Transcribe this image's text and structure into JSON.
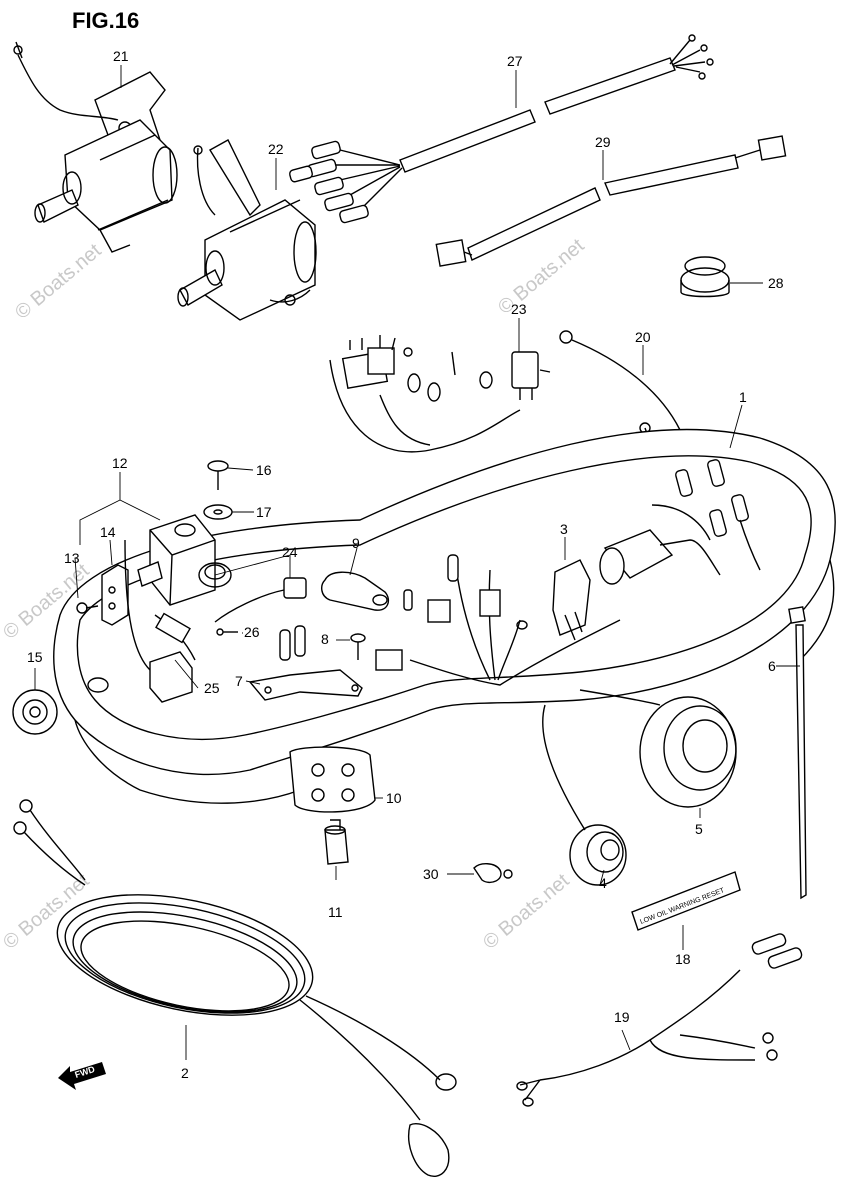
{
  "figure_title": "FIG.16",
  "watermark": "© Boats.net",
  "sticker_text": "LOW OIL WARNING RESET",
  "fwd_label": "FWD",
  "callouts": {
    "c1": "1",
    "c2": "2",
    "c3": "3",
    "c4": "4",
    "c5": "5",
    "c6": "6",
    "c7": "7",
    "c8": "8",
    "c9": "9",
    "c10": "10",
    "c11": "11",
    "c12": "12",
    "c13": "13",
    "c14": "14",
    "c15": "15",
    "c16": "16",
    "c17": "17",
    "c18": "18",
    "c19": "19",
    "c20": "20",
    "c21": "21",
    "c22": "22",
    "c23": "23",
    "c24": "24",
    "c25": "25",
    "c26": "26",
    "c27": "27",
    "c28": "28",
    "c29": "29",
    "c30": "30"
  }
}
